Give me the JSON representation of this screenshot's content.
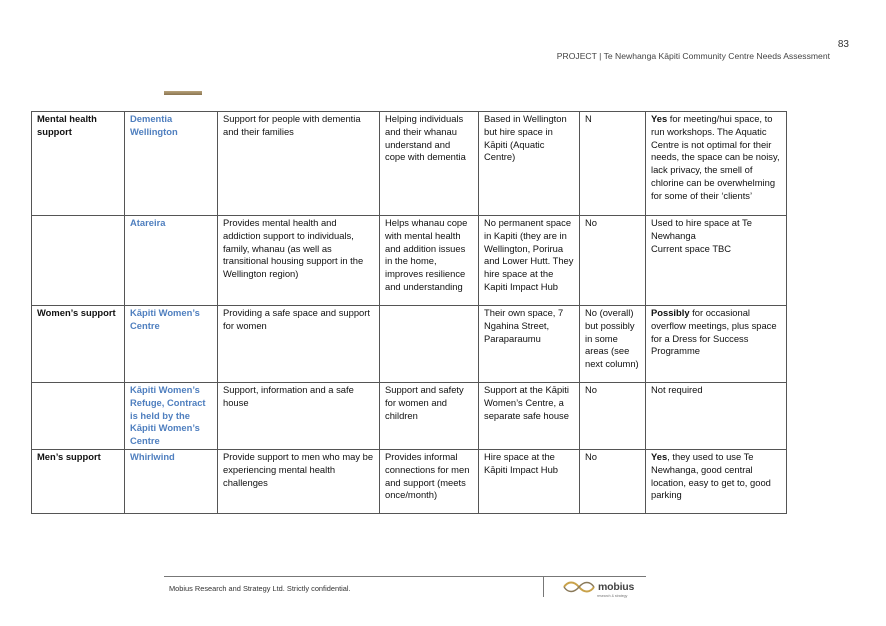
{
  "header": {
    "page_number": "83",
    "title": "PROJECT | Te Newhanga Kāpiti Community Centre Needs Assessment"
  },
  "rows": [
    {
      "category": "Mental health support",
      "organisation": "Dementia Wellington",
      "service": "Support for people with dementia and their families",
      "outcome": "Helping individuals and their whanau understand and cope with dementia",
      "location": "Based in Wellington but hire space in Kāpiti (Aquatic Centre)",
      "own_space": "N",
      "interest_strong": "Yes",
      "interest_rest": " for meeting/hui space, to run workshops.  The Aquatic Centre is not optimal for their needs, the space can be noisy, lack privacy, the smell of chlorine can be overwhelming for some of their ‘clients’"
    },
    {
      "category": "",
      "organisation": "Atareira",
      "service": "Provides mental health and addiction support to individuals, family, whanau (as well as transitional housing support in the Wellington region)",
      "outcome": "Helps whanau cope with mental health and addition issues in the home, improves resilience and understanding",
      "location": "No permanent space in Kapiti (they are in Wellington, Porirua and Lower Hutt. They hire space at the Kapiti Impact Hub",
      "own_space": "No",
      "interest_strong": "",
      "interest_rest": "Used to hire space at Te Newhanga\nCurrent space TBC"
    },
    {
      "category": "Women’s support",
      "organisation": "Kāpiti Women’s Centre",
      "service": "Providing a safe space and support for women",
      "outcome": "",
      "location": "Their own space, 7 Ngahina Street, Paraparaumu",
      "own_space": "No (overall) but possibly in some areas (see next column)",
      "interest_strong": "Possibly",
      "interest_rest": " for occasional overflow meetings, plus space for a Dress for Success Programme"
    },
    {
      "category": "",
      "organisation": "Kāpiti Women’s Refuge, Contract is held by the Kāpiti Women’s Centre",
      "service": "Support, information and a safe house",
      "outcome": "Support and safety for women and children",
      "location": "Support at the Kāpiti Women’s Centre, a separate safe house",
      "own_space": "No",
      "interest_strong": "",
      "interest_rest": "Not required"
    },
    {
      "category": "Men’s support",
      "organisation": "Whirlwind",
      "service": "Provide support to men who may be experiencing mental health challenges",
      "outcome": "Provides informal connections for men and support (meets once/month)",
      "location": "Hire space at the Kāpiti Impact Hub",
      "own_space": "No",
      "interest_strong": "Yes",
      "interest_rest": ", they used to use Te Newhanga, good central location, easy to get to, good parking"
    }
  ],
  "footer": {
    "text": "Mobius Research and Strategy Ltd.  Strictly confidential.",
    "logo_word": "mobius",
    "logo_subtext": "research & strategy"
  },
  "colors": {
    "org_text": "#4f7fbf",
    "accent_bar": "#a08a62",
    "border": "#555555"
  }
}
